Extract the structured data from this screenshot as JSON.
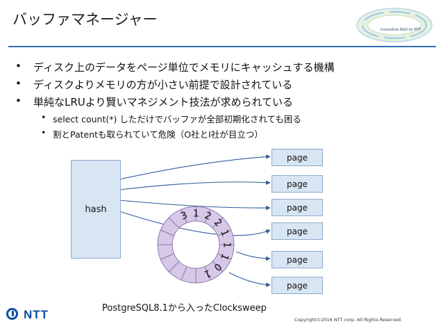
{
  "title": "バッファマネージャー",
  "logo": {
    "text": "Innovative R&D by NTT"
  },
  "bullets": [
    {
      "level": 1,
      "text": "ディスク上のデータをページ単位でメモリにキャッシュする機構"
    },
    {
      "level": 1,
      "text": "ディスクよりメモリの方が小さい前提で設計されている"
    },
    {
      "level": 1,
      "text": "単純なLRUより賢いマネジメント技法が求められている"
    },
    {
      "level": 2,
      "text": "select count(*) しただけでバッファが全部初期化されても困る"
    },
    {
      "level": 2,
      "text": "割とPatentも取られていて危険（O社とI社が目立つ）"
    }
  ],
  "diagram": {
    "hash_label": "hash",
    "pages": [
      "page",
      "page",
      "page",
      "page",
      "page",
      "page"
    ],
    "ring_counts": [
      "3",
      "1",
      "2",
      "2",
      "1",
      "1",
      "1",
      "0",
      "1"
    ],
    "caption": "PostgreSQL8.1から入ったClocksweep"
  },
  "footer": {
    "brand": "NTT",
    "copyright": "Copyright©2016  NTT corp. All Rights Reserved."
  },
  "colors": {
    "accent": "#2f6db5",
    "box_fill": "#d8e5f3",
    "ring_fill": "#d8c8e8",
    "ring_stroke": "#8a7aa8",
    "brand": "#0b4ea2"
  }
}
